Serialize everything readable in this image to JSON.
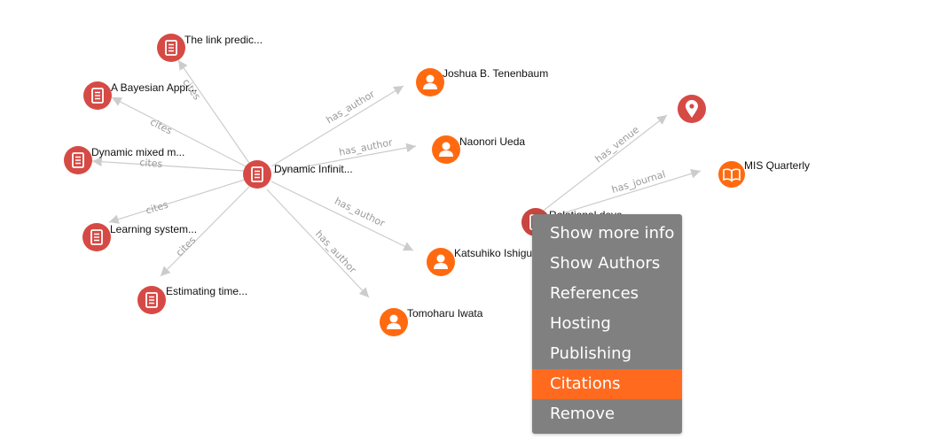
{
  "colors": {
    "paper_node": "#d64a45",
    "person_node": "#ff6a10",
    "edge": "#cccccc",
    "edge_label": "#9a9a9a",
    "menu_bg": "#808080",
    "menu_active": "#ff6a1f"
  },
  "nodes": {
    "paper_link": {
      "label": "The link predic...",
      "icon": "document-icon"
    },
    "paper_bayesian": {
      "label": "A Bayesian Appr...",
      "icon": "document-icon"
    },
    "paper_dynamic_mixed": {
      "label": "Dynamic mixed m...",
      "icon": "document-icon"
    },
    "paper_dynamic_infinite": {
      "label": "Dynamic Infinit...",
      "icon": "document-icon"
    },
    "paper_learning": {
      "label": "Learning system...",
      "icon": "document-icon"
    },
    "paper_estimating": {
      "label": "Estimating time...",
      "icon": "document-icon"
    },
    "author_tenenbaum": {
      "label": "Joshua B. Tenenbaum",
      "icon": "person-icon"
    },
    "author_ueda": {
      "label": "Naonori Ueda",
      "icon": "person-icon"
    },
    "author_ishiguro": {
      "label": "Katsuhiko Ishiguro",
      "icon": "person-icon"
    },
    "author_iwata": {
      "label": "Tomoharu Iwata",
      "icon": "person-icon"
    },
    "paper_relational": {
      "label": "Relational deve...",
      "icon": "document-icon"
    },
    "venue": {
      "label": "",
      "icon": "map-pin-icon"
    },
    "journal_mis": {
      "label": "MIS Quarterly",
      "icon": "book-icon"
    }
  },
  "edge_labels": {
    "cites": "cites",
    "has_author": "has_author",
    "has_venue": "has_venue",
    "has_journal": "has_journal"
  },
  "context_menu": {
    "items": [
      "Show more info",
      "Show Authors",
      "References",
      "Hosting",
      "Publishing",
      "Citations",
      "Remove"
    ],
    "active": "Citations"
  }
}
